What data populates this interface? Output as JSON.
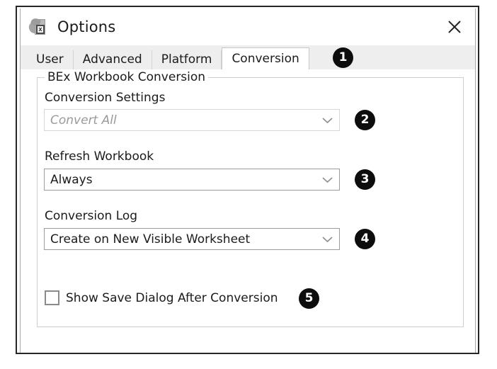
{
  "window": {
    "title": "Options",
    "icon": "excel-workbook-icon",
    "close_label": "×"
  },
  "tabs": [
    {
      "label": "User",
      "selected": false
    },
    {
      "label": "Advanced",
      "selected": false
    },
    {
      "label": "Platform",
      "selected": false
    },
    {
      "label": "Conversion",
      "selected": true
    }
  ],
  "group": {
    "title": "BEx Workbook Conversion"
  },
  "fields": {
    "conversion_settings": {
      "label": "Conversion Settings",
      "value": "Convert All",
      "disabled": true
    },
    "refresh_workbook": {
      "label": "Refresh Workbook",
      "value": "Always",
      "disabled": false
    },
    "conversion_log": {
      "label": "Conversion Log",
      "value": "Create on New Visible Worksheet",
      "disabled": false
    },
    "show_save_dialog": {
      "label": "Show Save Dialog After Conversion",
      "checked": false
    }
  },
  "callouts": {
    "one": "1",
    "two": "2",
    "three": "3",
    "four": "4",
    "five": "5"
  },
  "colors": {
    "badge_bg": "#0d0d0d",
    "badge_fg": "#ffffff",
    "tab_strip_bg": "#eeeeee",
    "selected_tab_bg": "#ffffff",
    "window_frame": "#262626",
    "disabled_text": "#9a9a9a"
  }
}
